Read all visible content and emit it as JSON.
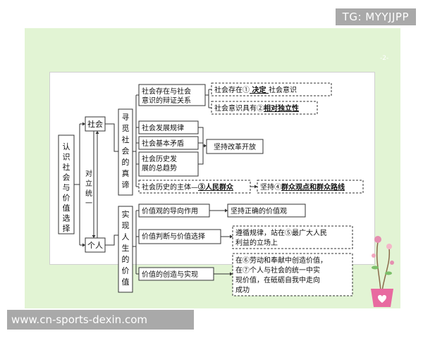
{
  "watermark_top": "TG: MYYJJPP",
  "watermark_bottom": "www.cn-sports-dexin.com",
  "page_marker": "-2-",
  "root": {
    "label": "认识社会与价值选择",
    "chars": [
      "认",
      "识",
      "社",
      "会",
      "与",
      "价",
      "值",
      "选",
      "择"
    ]
  },
  "relation": {
    "label": "对立统一",
    "chars": [
      "对",
      "立",
      "统",
      "一"
    ]
  },
  "society": {
    "label": "社会",
    "goal_chars": [
      "寻",
      "觅",
      "社",
      "会",
      "的",
      "真",
      "谛"
    ],
    "topics": [
      {
        "line1": "社会存在与社会",
        "line2": "意识的辩证关系"
      },
      {
        "line1": "社会发展规律",
        "line2": ""
      },
      {
        "line1": "社会基本矛盾",
        "line2": ""
      },
      {
        "line1": "社会历史发",
        "line2": "展的总趋势"
      }
    ],
    "subject_prefix": "社会历史的主体—",
    "subject_answer": "③人民群众",
    "dialectic": [
      {
        "prefix": "社会存在①",
        "answer": "决定",
        "suffix": "社会意识"
      },
      {
        "prefix": "社会意识具有②",
        "answer": "相对独立性",
        "suffix": ""
      }
    ],
    "reform": "坚持改革开放",
    "mass_prefix": "坚持④",
    "mass_answer": "群众观点和群众路线"
  },
  "individual": {
    "label": "个人",
    "goal_chars": [
      "实",
      "现",
      "人",
      "生",
      "的",
      "价",
      "值"
    ],
    "topics": [
      {
        "label": "价值观的导向作用",
        "result": [
          "坚持正确的价值观"
        ]
      },
      {
        "label": "价值判断与价值选择",
        "result": [
          "遵循规律，站在⑤最广大人民",
          "利益的立场上"
        ]
      },
      {
        "label": "价值的创造与实现",
        "result": [
          "在⑥劳动和奉献中创造价值，",
          "在⑦个人与社会的统一中实",
          "现价值，在砥砺自我中走向",
          "成功"
        ]
      }
    ]
  },
  "colors": {
    "frame_bg": "#e2f4d4",
    "line": "#333333",
    "badge_gray": "#a9a9a9"
  }
}
